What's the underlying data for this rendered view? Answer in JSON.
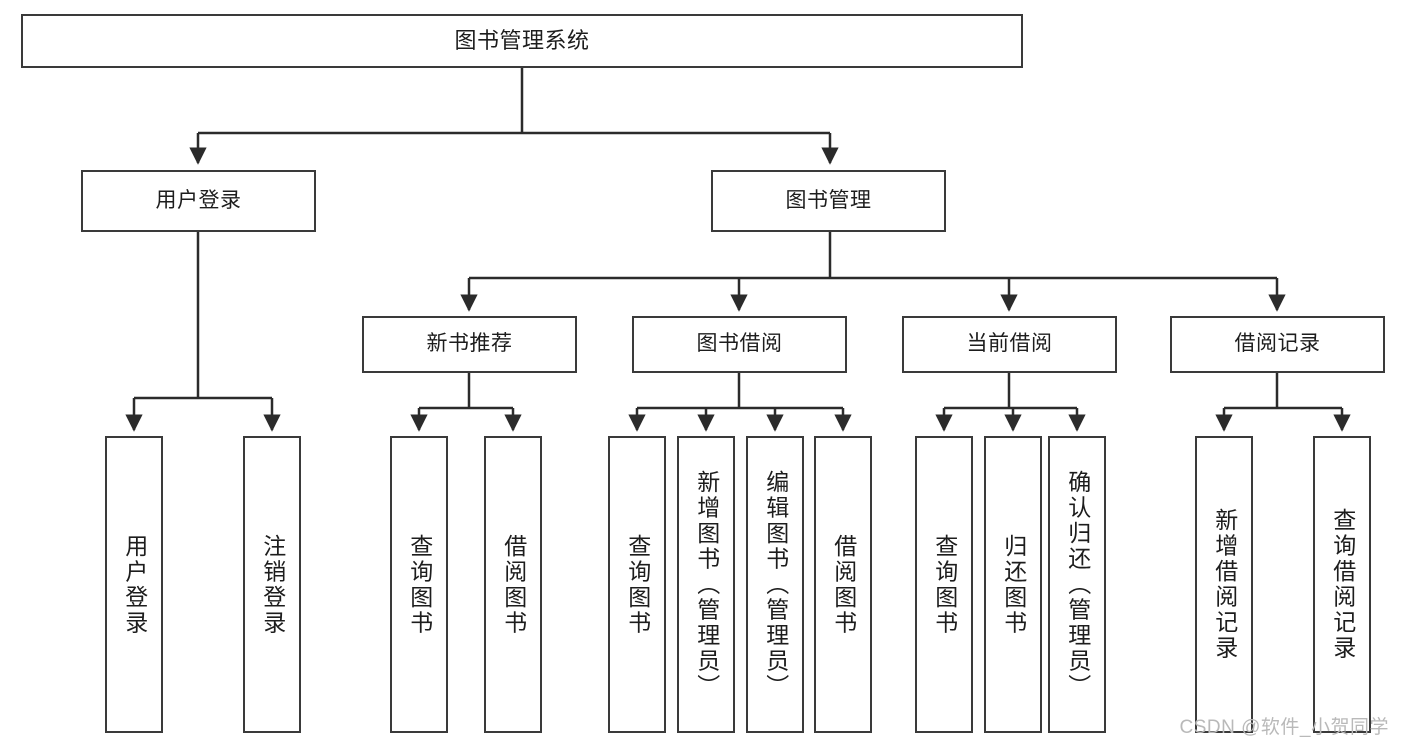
{
  "diagram": {
    "title": "图书管理系统",
    "watermark": "CSDN @软件_小贺同学",
    "colors": {
      "box_border": "#3a3a3a",
      "box_fill": "#ffffff",
      "connector": "#2b2b2b",
      "text": "#1d1d1d",
      "watermark": "#b9b9b9",
      "background": "#ffffff"
    },
    "root": {
      "label": "图书管理系统"
    },
    "level2": [
      {
        "label": "用户登录"
      },
      {
        "label": "图书管理"
      }
    ],
    "level3": [
      {
        "label": "新书推荐"
      },
      {
        "label": "图书借阅"
      },
      {
        "label": "当前借阅"
      },
      {
        "label": "借阅记录"
      }
    ],
    "leaves": {
      "user_login": [
        {
          "label": "用户登录"
        },
        {
          "label": "注销登录"
        }
      ],
      "new_book_recommend": [
        {
          "label": "查询图书"
        },
        {
          "label": "借阅图书"
        }
      ],
      "book_borrow": [
        {
          "label": "查询图书"
        },
        {
          "label": "新增图书（管理员）"
        },
        {
          "label": "编辑图书（管理员）"
        },
        {
          "label": "借阅图书"
        }
      ],
      "current_borrow": [
        {
          "label": "查询图书"
        },
        {
          "label": "归还图书"
        },
        {
          "label": "确认归还（管理员）"
        }
      ],
      "borrow_record": [
        {
          "label": "新增借阅记录"
        },
        {
          "label": "查询借阅记录"
        }
      ]
    }
  }
}
